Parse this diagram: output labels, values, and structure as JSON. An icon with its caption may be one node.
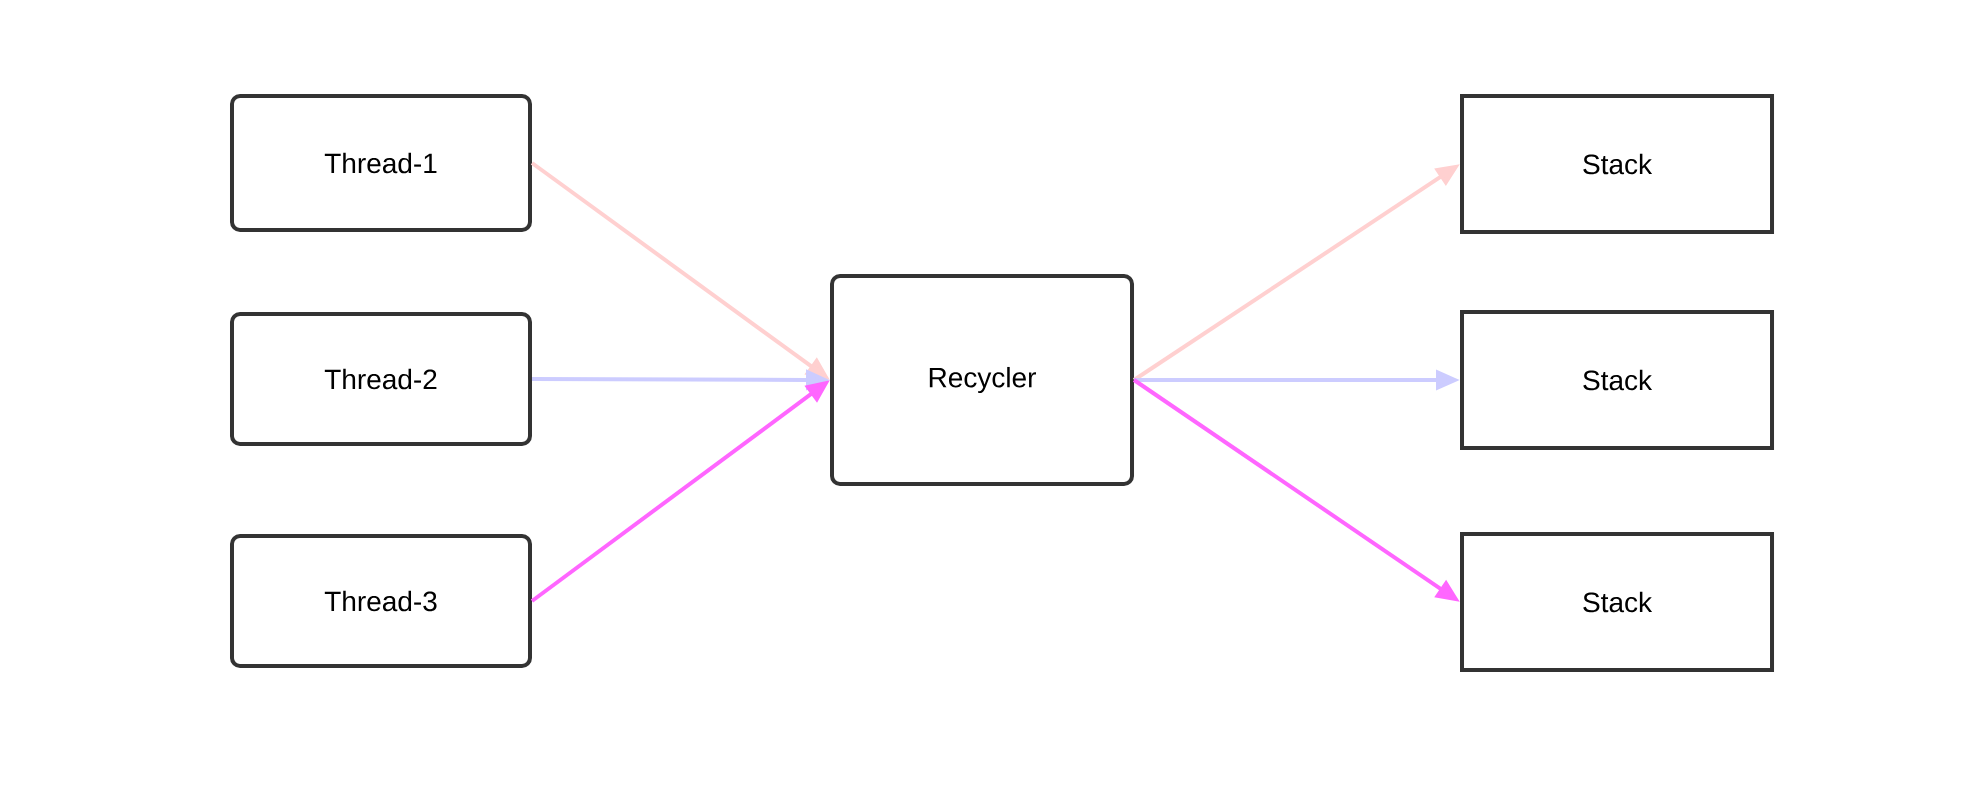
{
  "diagram": {
    "nodes": [
      {
        "text": [
          "Thread-1"
        ]
      },
      {
        "text": [
          "Thread-2"
        ]
      },
      {
        "text": [
          "Thread-3"
        ]
      },
      {
        "text": [
          "Recycler"
        ]
      },
      {
        "text": [
          "Stack"
        ]
      },
      {
        "text": [
          "Stack"
        ]
      },
      {
        "text": [
          "Stack"
        ]
      }
    ],
    "edges": [
      {
        "from": 0,
        "to": 3,
        "arrow": "to",
        "color": "#ffd0d0"
      },
      {
        "from": 1,
        "to": 3,
        "arrow": "to",
        "color": "#ccccff"
      },
      {
        "from": 2,
        "to": 3,
        "arrow": "to",
        "color": "#ff66ff"
      },
      {
        "from": 3,
        "to": 4,
        "arrow": "to",
        "color": "#ffd0d0"
      },
      {
        "from": 3,
        "to": 5,
        "arrow": "to",
        "color": "#ccccff"
      },
      {
        "from": 3,
        "to": 6,
        "arrow": "to",
        "color": "#ff66ff"
      }
    ]
  }
}
